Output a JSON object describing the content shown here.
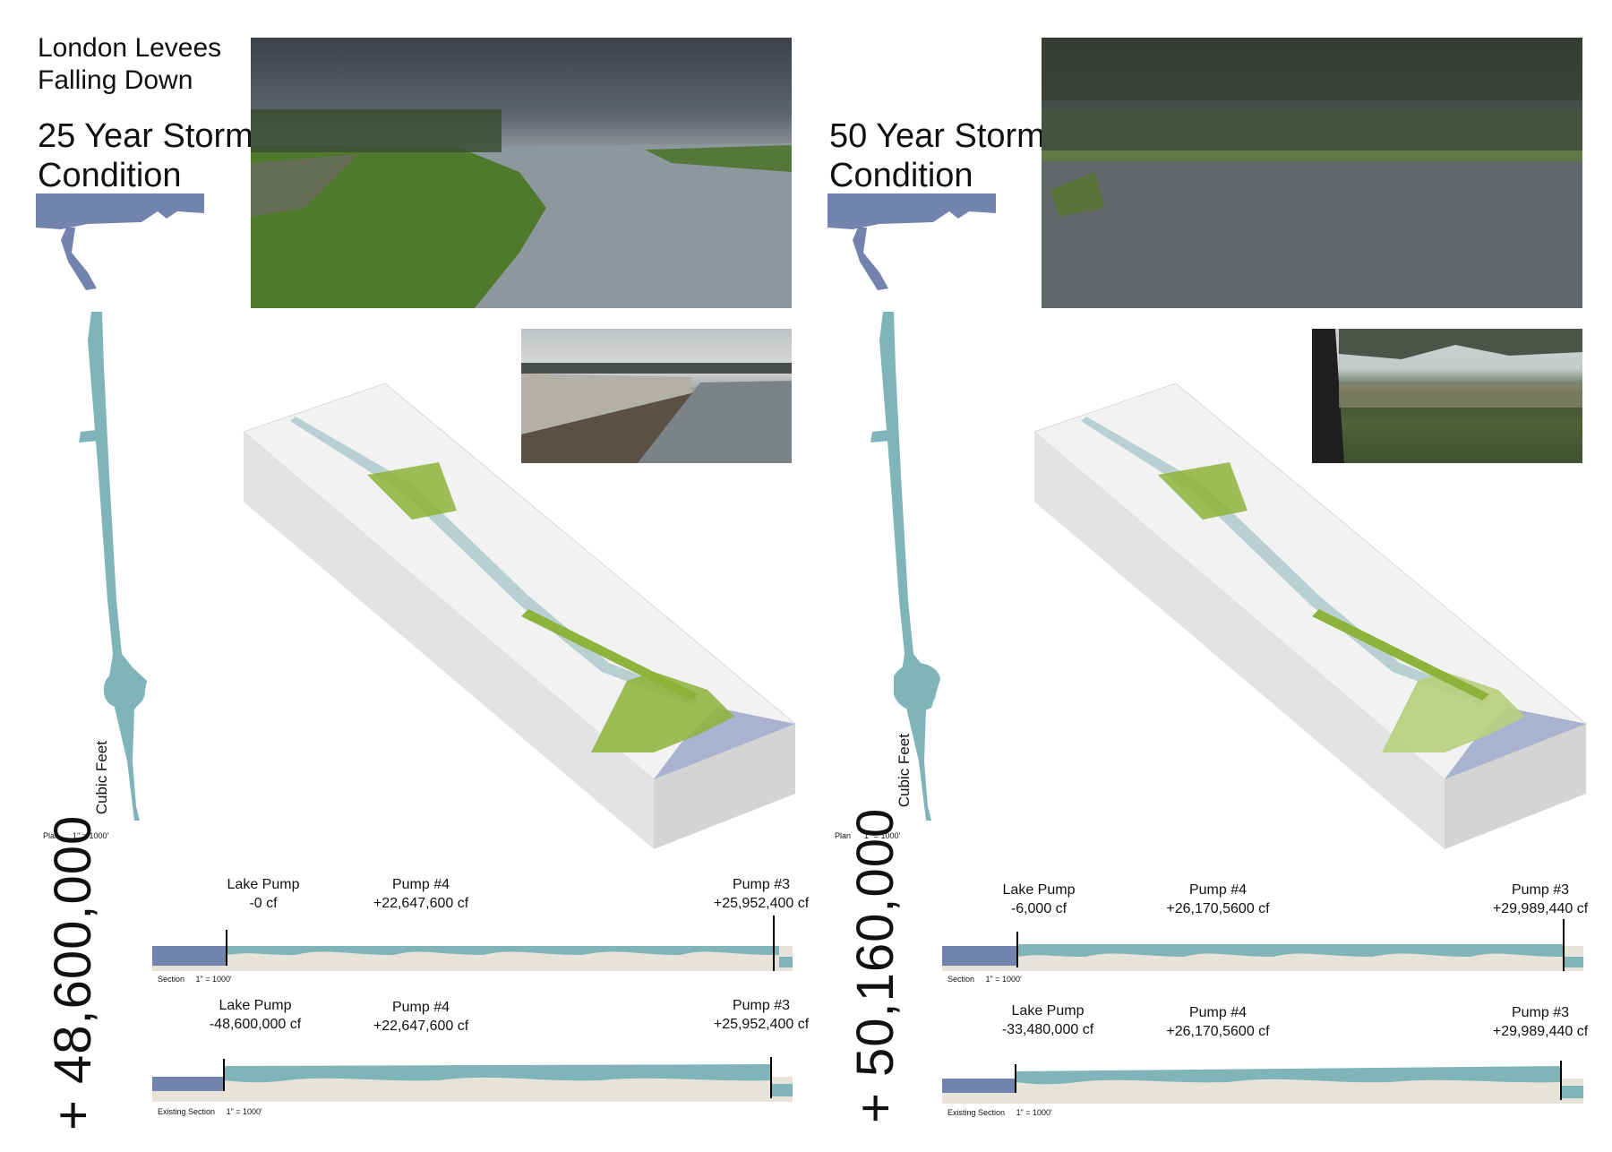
{
  "project": {
    "title_line1": "London Levees",
    "title_line2": "Falling Down"
  },
  "left": {
    "heading_line1": "25 Year Storm",
    "heading_line2": "Condition",
    "plan_label": "Plan",
    "plan_scale": "1\" = 1000'",
    "volume_value": "+ 48,600,000",
    "volume_unit": "Cubic Feet",
    "section": {
      "lake_pump_label": "Lake Pump",
      "lake_pump_value": "-0 cf",
      "pump4_label": "Pump #4",
      "pump4_value": "+22,647,600 cf",
      "pump3_label": "Pump #3",
      "pump3_value": "+25,952,400 cf",
      "caption": "Section",
      "scale": "1\" = 1000'"
    },
    "existing_section": {
      "lake_pump_label": "Lake Pump",
      "lake_pump_value": "-48,600,000 cf",
      "pump4_label": "Pump #4",
      "pump4_value": "+22,647,600 cf",
      "pump3_label": "Pump #3",
      "pump3_value": "+25,952,400 cf",
      "caption": "Existing Section",
      "scale": "1\" = 1000'"
    }
  },
  "right": {
    "heading_line1": "50 Year Storm",
    "heading_line2": "Condition",
    "plan_label": "Plan",
    "plan_scale": "1\" = 1000'",
    "volume_value": "+ 50,160,000",
    "volume_unit": "Cubic Feet",
    "section": {
      "lake_pump_label": "Lake Pump",
      "lake_pump_value": "-6,000 cf",
      "pump4_label": "Pump #4",
      "pump4_value": "+26,170,5600 cf",
      "pump3_label": "Pump #3",
      "pump3_value": "+29,989,440 cf",
      "caption": "Section",
      "scale": "1\" = 1000'"
    },
    "existing_section": {
      "lake_pump_label": "Lake Pump",
      "lake_pump_value": "-33,480,000 cf",
      "pump4_label": "Pump #4",
      "pump4_value": "+26,170,5600 cf",
      "pump3_label": "Pump #3",
      "pump3_value": "+29,989,440 cf",
      "caption": "Existing Section",
      "scale": "1\" = 1000'"
    }
  },
  "colors": {
    "lake": "#7283ad",
    "canal": "#7fb5b8",
    "ground": "#e8e3d8",
    "green": "#8db33a",
    "block": "#f2f2f2"
  }
}
